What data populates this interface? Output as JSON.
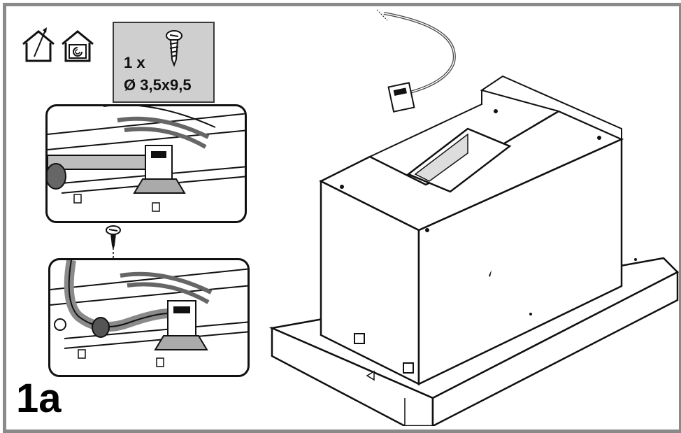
{
  "step": {
    "label": "1a"
  },
  "spec": {
    "quantity": "1 x",
    "screw_size": "Ø 3,5x9,5"
  },
  "icons": {
    "left": "house-chimney-icon",
    "right": "house-recirculation-icon"
  },
  "colors": {
    "frame": "#8a8a8a",
    "spec_fill": "#cfcfcf",
    "line": "#111111"
  }
}
